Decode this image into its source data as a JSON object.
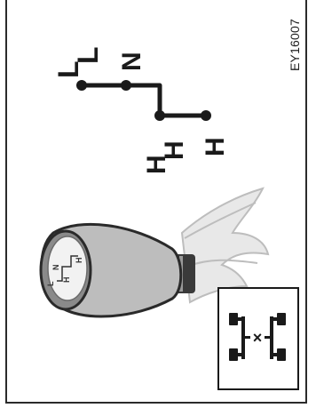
{
  "figure": {
    "id": "EY16007"
  },
  "shift_pattern": {
    "labels": [
      "L",
      "N",
      "H",
      "H"
    ],
    "lower_label": "L",
    "second_label": "N"
  },
  "knob": {
    "labels": [
      "L",
      "N",
      "H",
      "H"
    ]
  },
  "indicator": {
    "symbol": "×"
  },
  "colors": {
    "line": "#1a1a1a",
    "knob_light": "#d9d9d9",
    "knob_dark": "#6b6b6b",
    "boot": "#c8c8c8"
  }
}
